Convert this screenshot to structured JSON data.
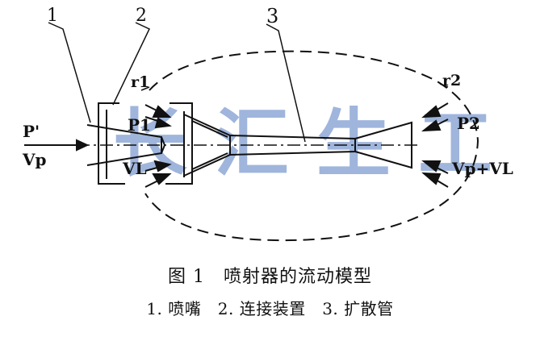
{
  "labels": {
    "callout_1": "1",
    "callout_2": "2",
    "callout_3": "3",
    "P_prime": "P'",
    "V_p": "Vp",
    "P1": "P1",
    "V_L": "VL",
    "r1": "r1",
    "r2": "r2",
    "P2": "P2",
    "V_p_plus_V_L": "Vp+VL"
  },
  "caption": {
    "title": "图 1　喷射器的流动模型",
    "legend": "1. 喷嘴　2. 连接装置　3. 扩散管"
  },
  "watermark": {
    "text": "长汇生工",
    "color": "#8fa9d6"
  }
}
